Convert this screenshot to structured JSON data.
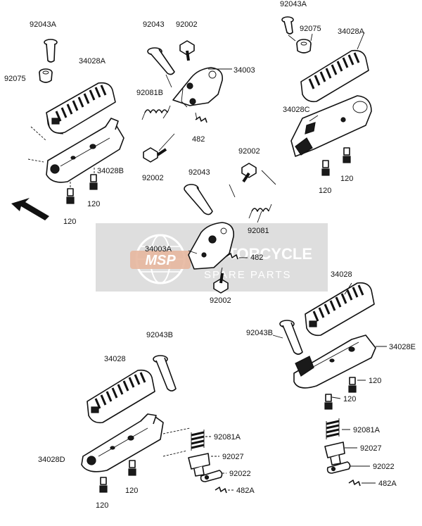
{
  "watermark": {
    "logo": "MSP",
    "line1": "MOTORCYCLE",
    "line2": "SPARE PARTS"
  },
  "colors": {
    "ink": "#111111",
    "watermark_band": "#d8d8d8",
    "watermark_logo": "#e7b79e"
  },
  "labels": {
    "tl_92043A": "92043A",
    "tl_92075": "92075",
    "tl_34028A": "34028A",
    "tl_34028B": "34028B",
    "tl_120a": "120",
    "tl_120b": "120",
    "tc_92043": "92043",
    "tc_92002": "92002",
    "tc_34003": "34003",
    "tc_92081B": "92081B",
    "tc_482": "482",
    "tc_92002b": "92002",
    "tr_92043A": "92043A",
    "tr_92075": "92075",
    "tr_34028A": "34028A",
    "tr_34028C": "34028C",
    "tr_120a": "120",
    "tr_120b": "120",
    "mid_92002": "92002",
    "mid_92043": "92043",
    "mid_92081": "92081",
    "mid_34003A": "34003A",
    "mid_482": "482",
    "mid_92002b": "92002",
    "bl_92043B": "92043B",
    "bl_34028": "34028",
    "bl_34028D": "34028D",
    "bl_92081A": "92081A",
    "bl_92027": "92027",
    "bl_92022": "92022",
    "bl_482A": "482A",
    "bl_120a": "120",
    "bl_120b": "120",
    "br_34028": "34028",
    "br_92043B": "92043B",
    "br_34028E": "34028E",
    "br_120a": "120",
    "br_120b": "120",
    "br_92081A": "92081A",
    "br_92027": "92027",
    "br_92022": "92022",
    "br_482A": "482A"
  }
}
